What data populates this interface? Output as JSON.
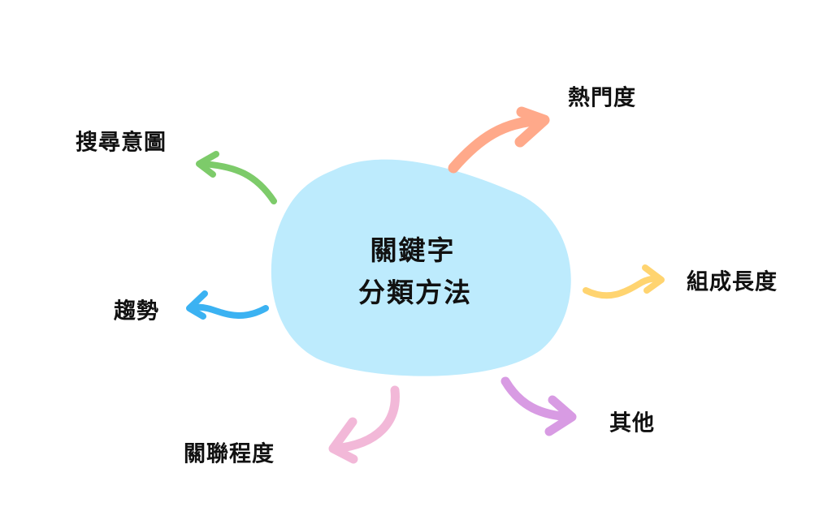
{
  "center": {
    "line1": "關鍵字",
    "line2": "分類方法"
  },
  "branches": [
    {
      "label": "熱門度",
      "color": "#FFA98A"
    },
    {
      "label": "搜尋意圖",
      "color": "#7DCB6A"
    },
    {
      "label": "組成長度",
      "color": "#FFD470"
    },
    {
      "label": "趨勢",
      "color": "#3BB2F2"
    },
    {
      "label": "其他",
      "color": "#D89BE3"
    },
    {
      "label": "關聯程度",
      "color": "#F2B8D8"
    }
  ],
  "blob_color": "#BDEBFD"
}
